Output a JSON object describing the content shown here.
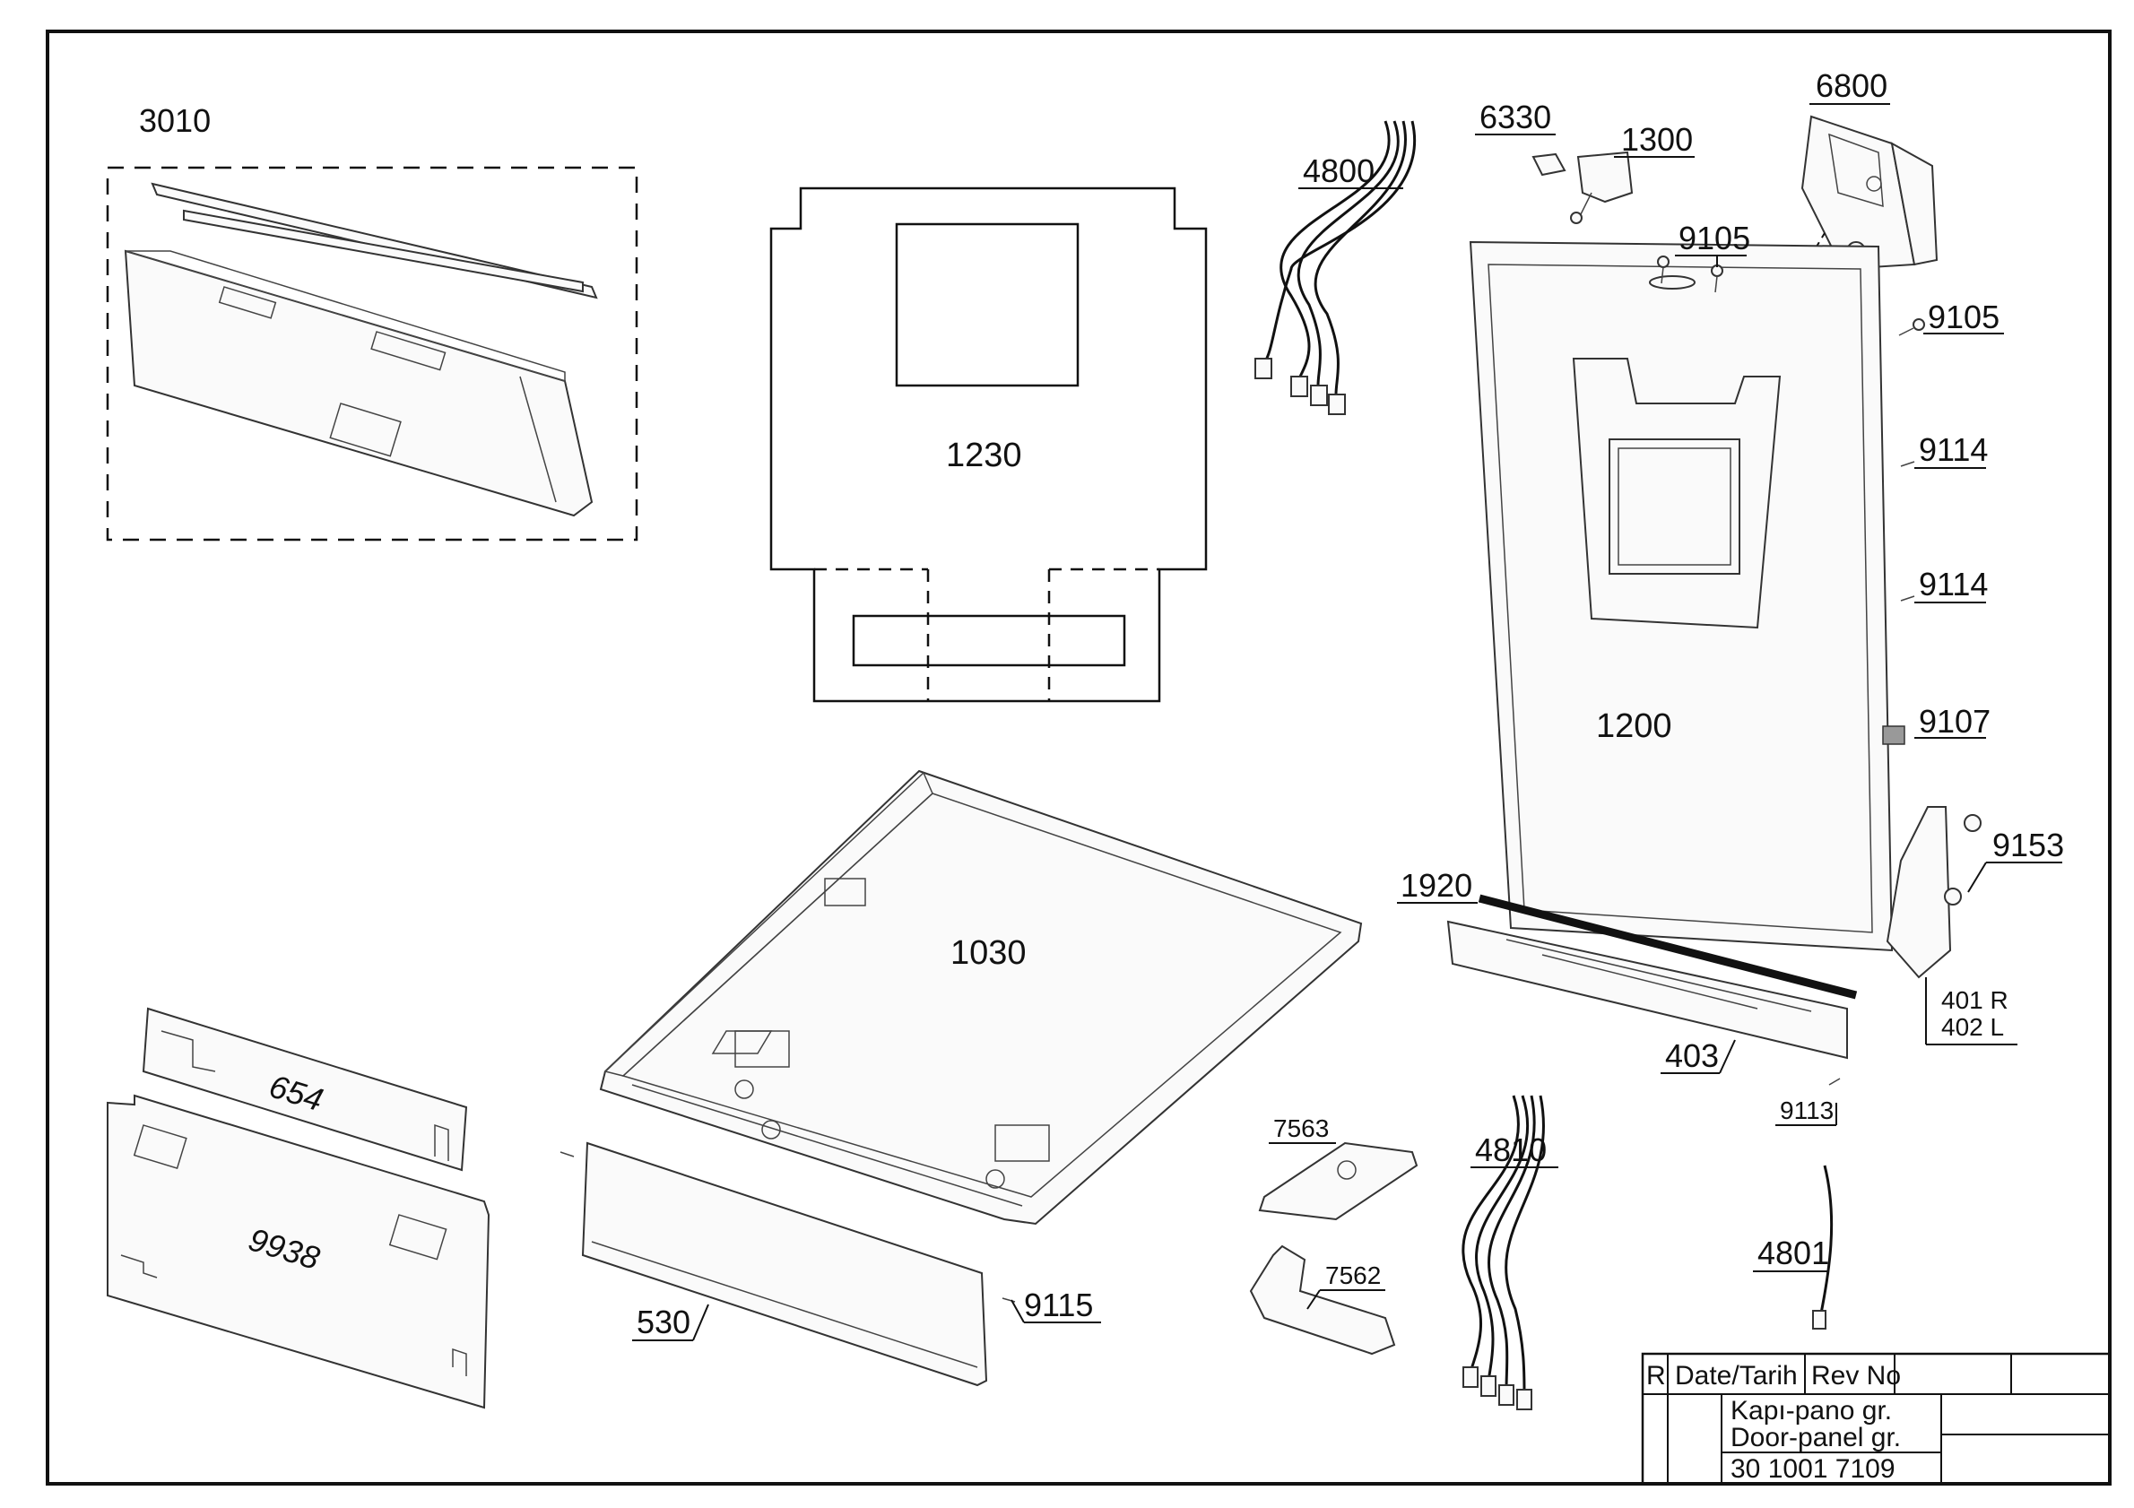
{
  "labels": {
    "p3010": "3010",
    "p1230": "1230",
    "p4800": "4800",
    "p6330": "6330",
    "p1300": "1300",
    "p6800": "6800",
    "p9105a": "9105",
    "p9105b": "9105",
    "p9114a": "9114",
    "p9114b": "9114",
    "p1200": "1200",
    "p9107": "9107",
    "p9153": "9153",
    "p1920": "1920",
    "p401": "401 R",
    "p402": "402 L",
    "p403": "403",
    "p9113": "9113",
    "p1030": "1030",
    "p654": "654",
    "p9938": "9938",
    "p7563": "7563",
    "p4810": "4810",
    "p7562": "7562",
    "p530": "530",
    "p9115": "9115",
    "p4801": "4801"
  },
  "title_block": {
    "col_r": "R",
    "col_date": "Date/Tarih",
    "col_rev": "Rev No",
    "title_tr": "Kapı-pano gr.",
    "title_en": "Door-panel gr.",
    "doc_number": "30 1001 7109"
  }
}
